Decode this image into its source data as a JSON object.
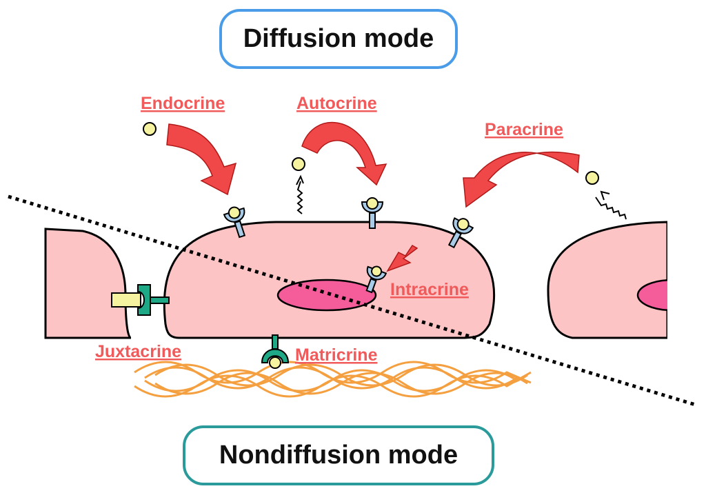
{
  "modes": {
    "diffusion": "Diffusion mode",
    "nondiffusion": "Nondiffusion mode"
  },
  "labels": {
    "endocrine": "Endocrine",
    "autocrine": "Autocrine",
    "paracrine": "Paracrine",
    "intracrine": "Intracrine",
    "juxtacrine": "Juxtacrine",
    "matricrine": "Matricrine"
  },
  "colors": {
    "cell_fill": "#fcc4c4",
    "nucleus_fill": "#f45c9a",
    "arrow": "#f04848",
    "ligand": "#f6f3a0",
    "receptor_blue": "#a8cbe8",
    "receptor_green": "#1fa886",
    "matrix_fiber": "#f5a040",
    "diffusion_border": "#4a9ce8",
    "nondiffusion_border": "#2a9a9a"
  }
}
